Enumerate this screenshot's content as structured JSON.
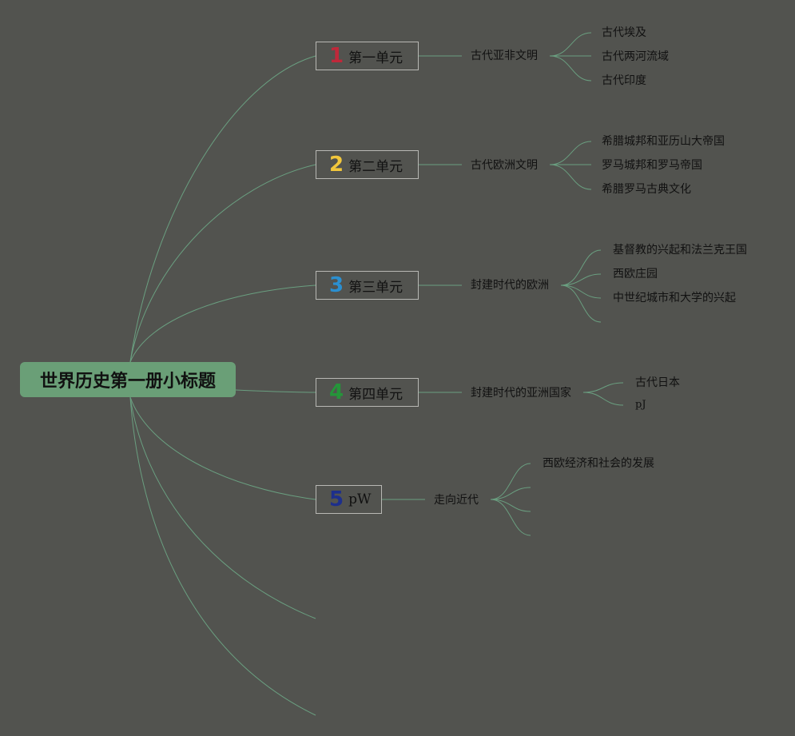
{
  "root": {
    "title": "世界历史第一册小标题"
  },
  "colors": {
    "background": "#52534f",
    "root_fill": "#6a9f77",
    "connector": "#6a9f80",
    "num1": "#c0283a",
    "num2": "#f2c73c",
    "num3": "#2b8fd0",
    "num4": "#25953a",
    "num5": "#1d2f8c"
  },
  "units": [
    {
      "num": "1",
      "label": "第一单元",
      "topic": "古代亚非文明",
      "leaves": [
        "古代埃及",
        "古代两河流域",
        "古代印度"
      ]
    },
    {
      "num": "2",
      "label": "第二单元",
      "topic": "古代欧洲文明",
      "leaves": [
        "希腊城邦和亚历山大帝国",
        "罗马城邦和罗马帝国",
        "希腊罗马古典文化"
      ]
    },
    {
      "num": "3",
      "label": "第三单元",
      "topic": "封建时代的欧洲",
      "leaves": [
        "基督教的兴起和法兰克王国",
        "西欧庄园",
        "中世纪城市和大学的兴起",
        ""
      ]
    },
    {
      "num": "4",
      "label": "第四单元",
      "topic": "封建时代的亚洲国家",
      "leaves": [
        "古代日本",
        "pJ"
      ]
    },
    {
      "num": "5",
      "label": "pW",
      "topic": "走向近代",
      "leaves": [
        "西欧经济和社会的发展",
        "",
        "",
        ""
      ]
    }
  ]
}
